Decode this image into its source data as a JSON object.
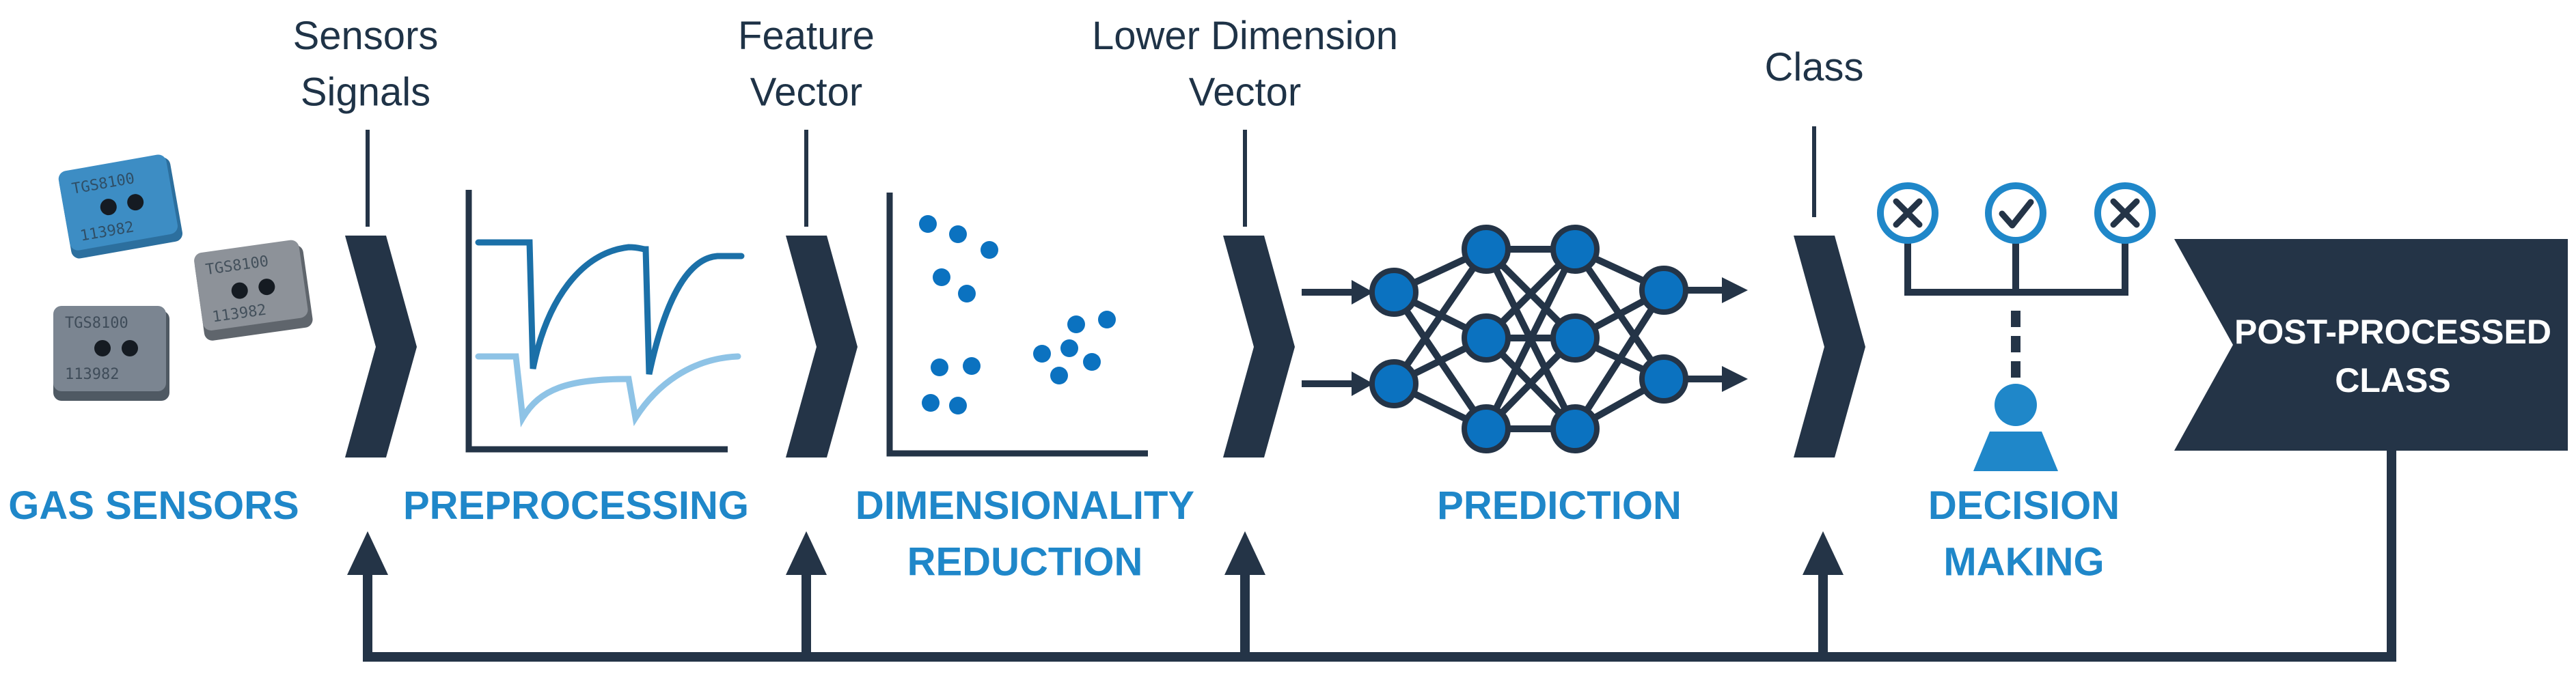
{
  "top_labels": {
    "sensors_signals": [
      "Sensors",
      "Signals"
    ],
    "feature_vector": [
      "Feature",
      "Vector"
    ],
    "lower_dimension_vector": [
      "Lower Dimension",
      "Vector"
    ],
    "class": [
      "Class"
    ]
  },
  "stage_labels": {
    "gas_sensors": [
      "GAS SENSORS"
    ],
    "preprocessing": [
      "PREPROCESSING"
    ],
    "dimensionality_reduction": [
      "DIMENSIONALITY",
      "REDUCTION"
    ],
    "prediction": [
      "PREDICTION"
    ],
    "decision_making": [
      "DECISION",
      "MAKING"
    ]
  },
  "output_box": [
    "POST-PROCESSED",
    "CLASS"
  ],
  "sensor_chip": {
    "model": "TGS8100",
    "code": "113982"
  },
  "decision_icons": [
    "x-circle-icon",
    "check-circle-icon",
    "x-circle-icon"
  ],
  "colors": {
    "dark_navy": "#243447",
    "stage_blue": "#1f87c9",
    "node_blue": "#0b72c0",
    "light_blue": "#8ec3e6",
    "chip_blue": "#3d8dc4",
    "chip_gray": "#8d9299"
  }
}
